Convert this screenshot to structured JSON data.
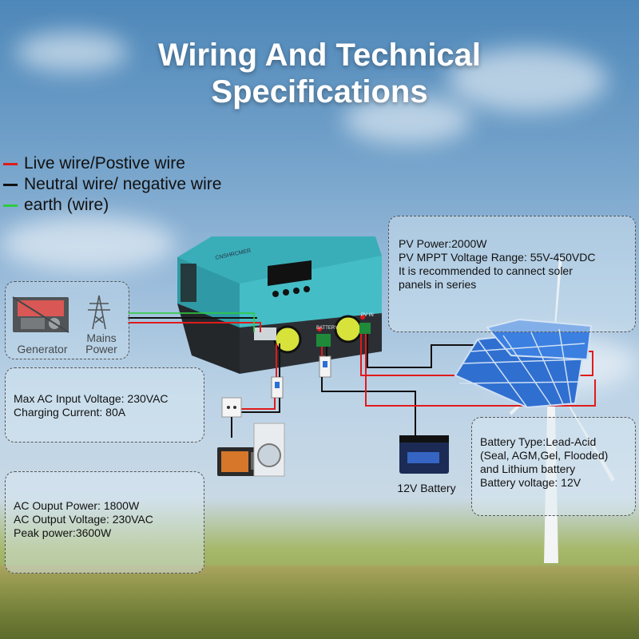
{
  "title": {
    "line1": "Wiring And Technical",
    "line2": "Specifications"
  },
  "legend": [
    {
      "text": "Live wire/Postive wire",
      "color": "#e01b1b"
    },
    {
      "text": "Neutral wire/ negative wire",
      "color": "#111111"
    },
    {
      "text": "earth (wire)",
      "color": "#2ecc40"
    }
  ],
  "pv_box": {
    "lines": [
      "PV Power:2000W",
      "PV MPPT Voltage Range: 55V-450VDC",
      "It is recommended to cannect soler",
      "panels in series"
    ]
  },
  "input_box": {
    "lines": [
      "Max AC Input Voltage: 230VAC",
      "Charging Current: 80A"
    ]
  },
  "output_box": {
    "lines": [
      "AC Ouput Power: 1800W",
      "AC Output Voltage: 230VAC",
      "Peak power:3600W"
    ]
  },
  "battery_box": {
    "lines": [
      "Battery Type:Lead-Acid",
      "(Seal, AGM,Gel, Flooded)",
      "and Lithium battery",
      "Battery voltage: 12V"
    ]
  },
  "labels": {
    "generator": "Generator",
    "mains_line1": "Mains",
    "mains_line2": "Power",
    "battery": "12V Battery",
    "brand": "CNSHRCMER",
    "battery_port": "BATTERY",
    "pv_port": "PV IN"
  },
  "colors": {
    "inverter_body": "#3aaeb8",
    "inverter_base": "#2b2f33"
  }
}
